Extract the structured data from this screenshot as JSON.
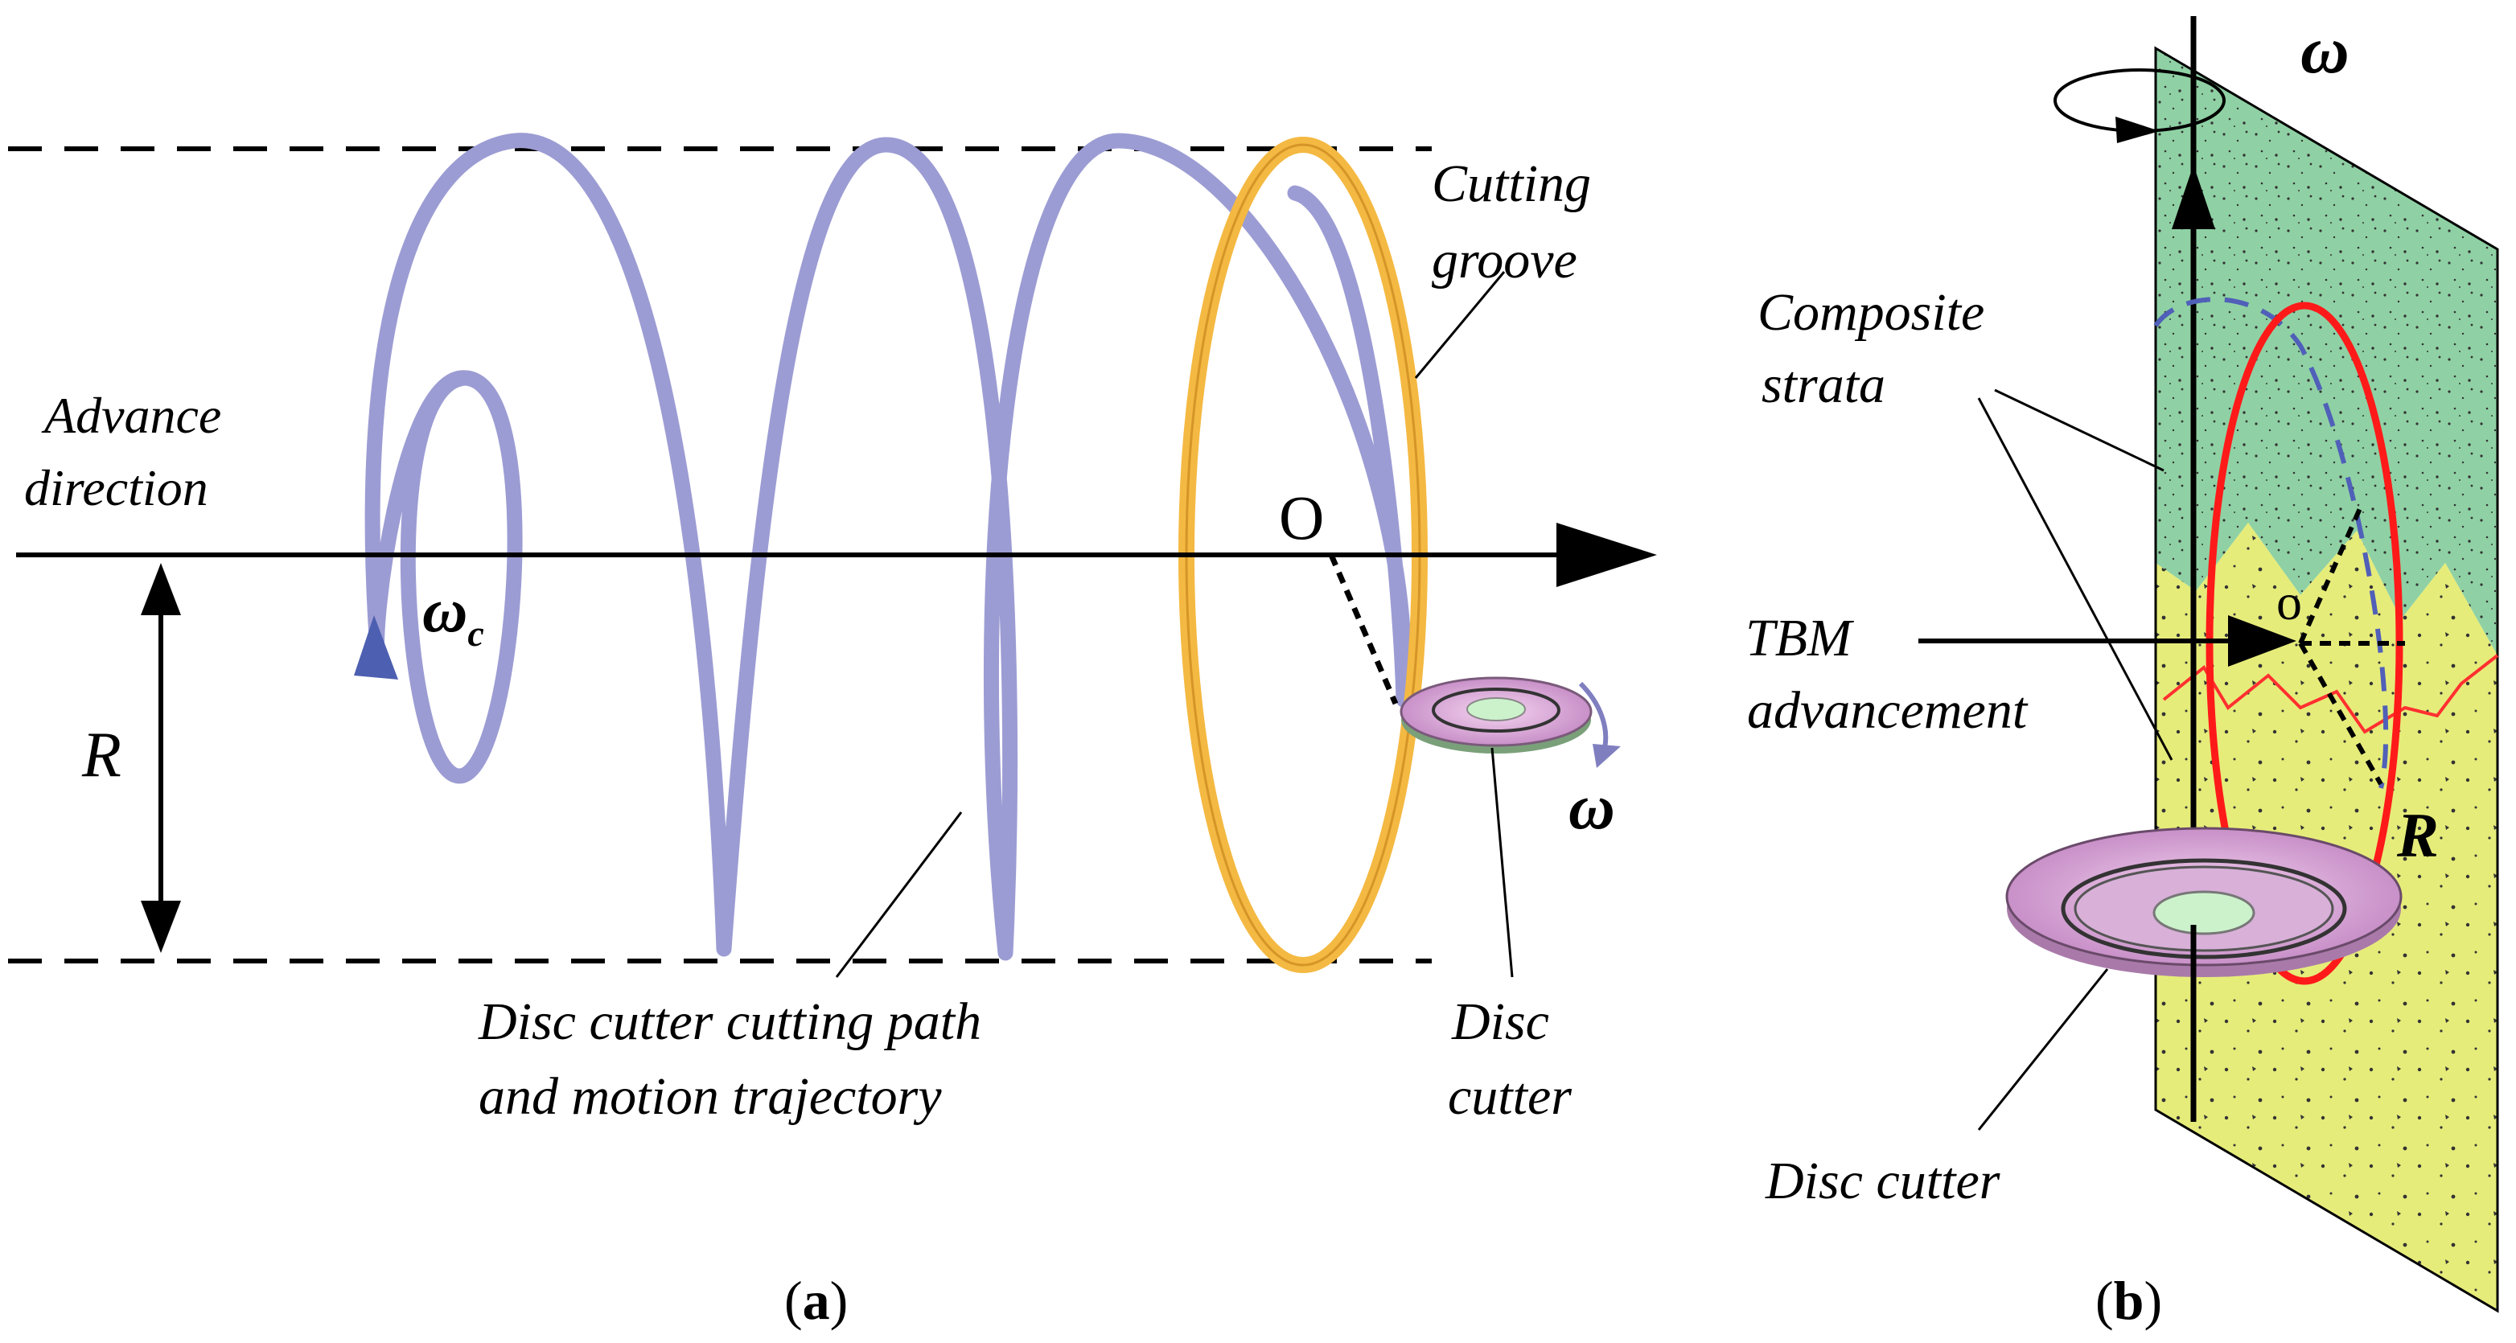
{
  "panel_a": {
    "caption_open": "(",
    "caption_letter": "a",
    "caption_close": ")",
    "advance_label_line1": "Advance",
    "advance_label_line2": "direction",
    "radius_label": "R",
    "center_label": "O",
    "omega_c_symbol": "ω",
    "omega_c_sub": "c",
    "omega_label": "ω",
    "cutting_groove_line1": "Cutting",
    "cutting_groove_line2": "groove",
    "path_label_line1": "Disc cutter cutting path",
    "path_label_line2": "and motion trajectory",
    "disc_label_line1": "Disc",
    "disc_label_line2": "cutter"
  },
  "panel_b": {
    "caption_open": "(",
    "caption_letter": "b",
    "caption_close": ")",
    "omega_label": "ω",
    "composite_line1": "Composite",
    "composite_line2": "strata",
    "tbm_line1": "TBM",
    "tbm_line2": "advancement",
    "center_label": "o",
    "radius_label": "R",
    "disc_label": "Disc cutter"
  },
  "colors": {
    "helix": "#9c9cd4",
    "groove": "#f4b942",
    "arrowhead_blue": "#4d5fb0",
    "green_strata": "#8fd1a4",
    "yellow_strata": "#e6ec7a",
    "red_path": "#ff2020",
    "disc_pink": "#d9a6d9",
    "disc_center": "#ccf2cc"
  }
}
